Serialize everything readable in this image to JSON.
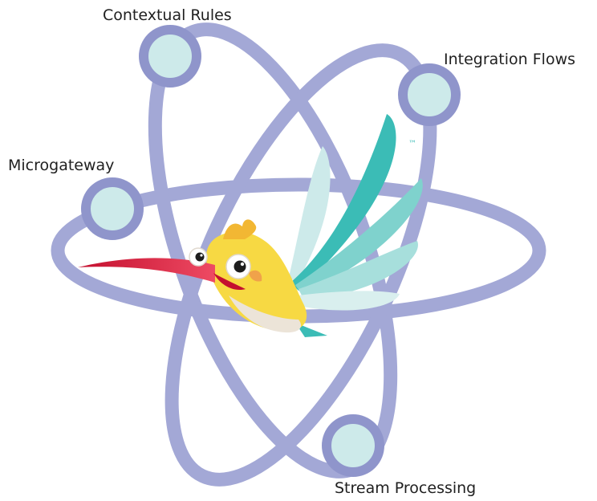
{
  "nodes": {
    "contextual_rules": "Contextual Rules",
    "integration_flows": "Integration Flows",
    "microgateway": "Microgateway",
    "stream_processing": "Stream Processing"
  },
  "logo": {
    "trademark": "™",
    "mascot": "hummingbird"
  },
  "colors": {
    "orbit": "#a3a8d6",
    "node_ring": "#8f95cb",
    "node_fill": "#cdeaea",
    "teal": "#3bbcb6",
    "bird_yellow": "#f7d943",
    "beak_red": "#e8344e"
  }
}
